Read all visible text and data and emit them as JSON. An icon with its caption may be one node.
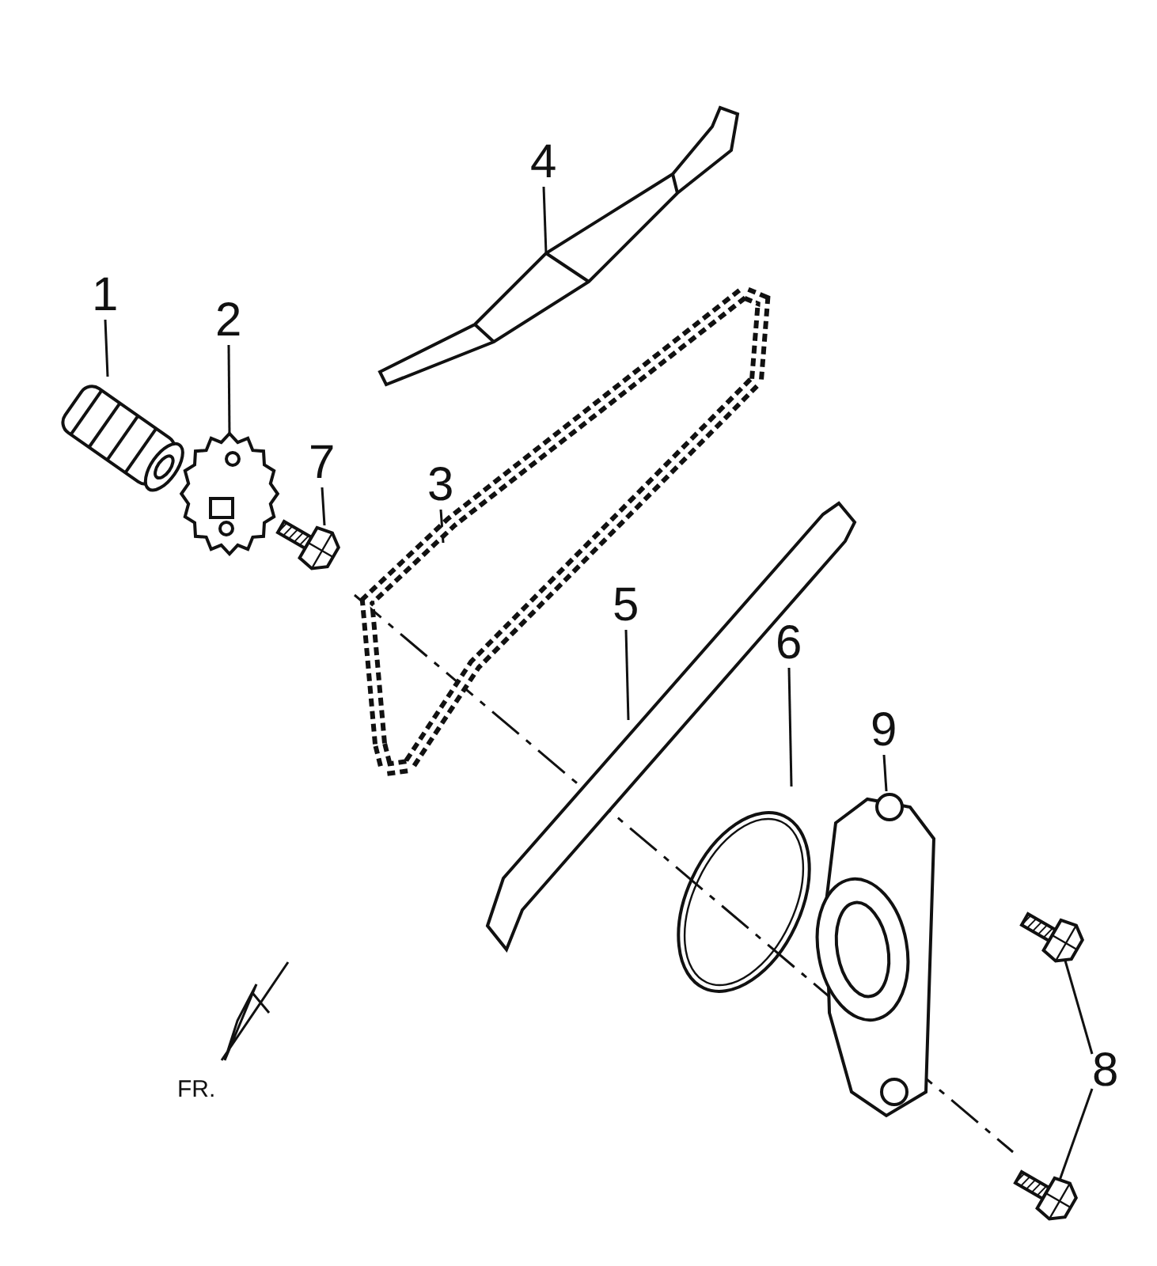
{
  "diagram": {
    "nodes": [
      {
        "text": [
          "4"
        ]
      },
      {
        "text": [
          "1"
        ]
      },
      {
        "text": [
          "2"
        ]
      },
      {
        "text": [
          "7"
        ]
      },
      {
        "text": [
          "3"
        ]
      },
      {
        "text": [
          "5"
        ]
      },
      {
        "text": [
          "6"
        ]
      },
      {
        "text": [
          "9"
        ]
      },
      {
        "text": [
          "8"
        ]
      },
      {
        "text": [],
        "shape": "picture"
      },
      {
        "text": [],
        "shape": "picture"
      },
      {
        "text": [],
        "shape": "picture"
      },
      {
        "text": [],
        "shape": "picture"
      },
      {
        "text": [],
        "shape": "picture"
      },
      {
        "text": [],
        "shape": "picture"
      },
      {
        "text": [],
        "shape": "picture"
      },
      {
        "text": [],
        "shape": "picture"
      },
      {
        "text": [],
        "shape": "picture"
      },
      {
        "text": [],
        "shape": "picture"
      }
    ],
    "edges": [
      {
        "from": 0,
        "to": 13,
        "arrow": "none"
      },
      {
        "from": 1,
        "to": 9,
        "arrow": "none"
      },
      {
        "from": 2,
        "to": 10,
        "arrow": "none"
      },
      {
        "from": 3,
        "to": 11,
        "arrow": "none"
      },
      {
        "from": 4,
        "to": 12,
        "arrow": "none"
      },
      {
        "from": 5,
        "to": 14,
        "arrow": "none"
      },
      {
        "from": 6,
        "to": 15,
        "arrow": "none"
      },
      {
        "from": 7,
        "to": 16,
        "arrow": "none"
      },
      {
        "from": 8,
        "to": 17,
        "arrow": "none"
      },
      {
        "from": 8,
        "to": 18,
        "arrow": "none"
      }
    ],
    "labels": [
      "FR."
    ]
  }
}
